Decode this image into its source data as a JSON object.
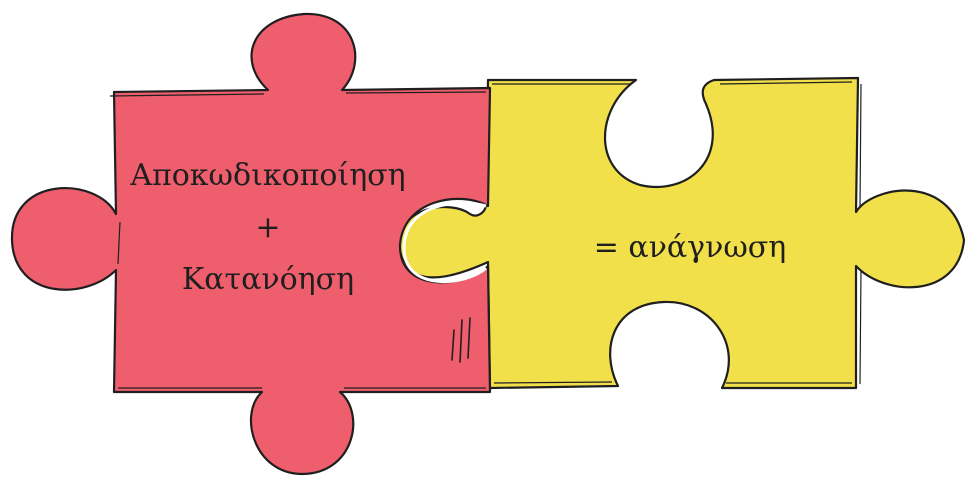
{
  "left_piece": {
    "line1": "Αποκωδικοποίηση",
    "line2": "+",
    "line3": "Κατανόηση",
    "color": "#ee5e6c"
  },
  "right_piece": {
    "line1": "= ανάγνωση",
    "color": "#f2e04a"
  },
  "outline_color": "#1f1f1f"
}
